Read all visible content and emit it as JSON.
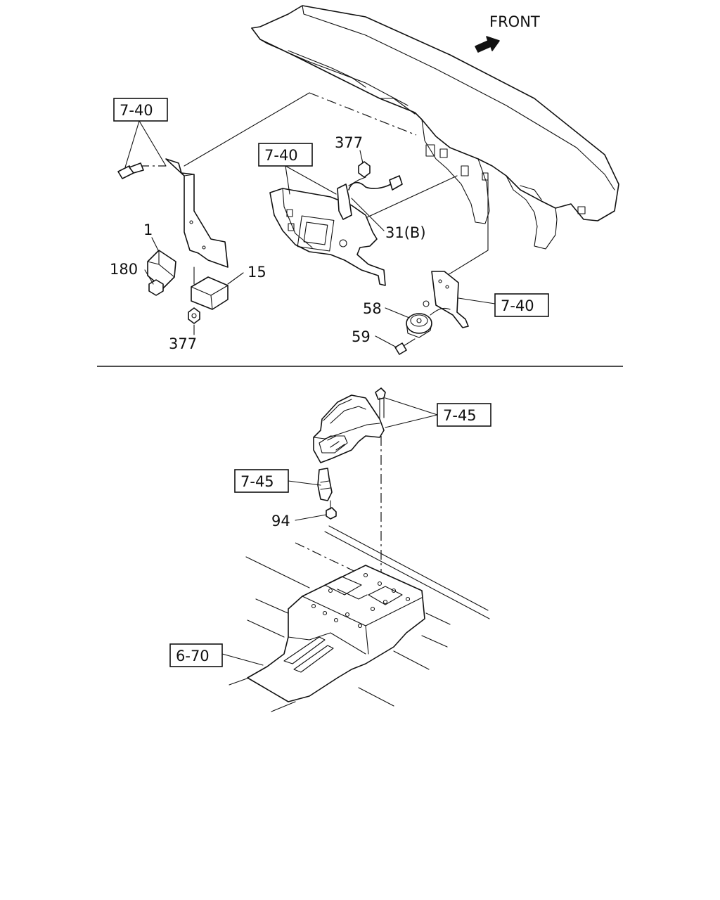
{
  "direction_label": "FRONT",
  "callouts": {
    "ref_7_40_a": "7-40",
    "ref_7_40_b": "7-40",
    "ref_7_40_c": "7-40",
    "ref_7_45_a": "7-45",
    "ref_7_45_b": "7-45",
    "ref_6_70": "6-70"
  },
  "part_numbers": {
    "p1": "1",
    "p15": "15",
    "p180": "180",
    "p377_top": "377",
    "p377_bottom": "377",
    "p31b": "31(B)",
    "p58": "58",
    "p59": "59",
    "p94": "94"
  }
}
